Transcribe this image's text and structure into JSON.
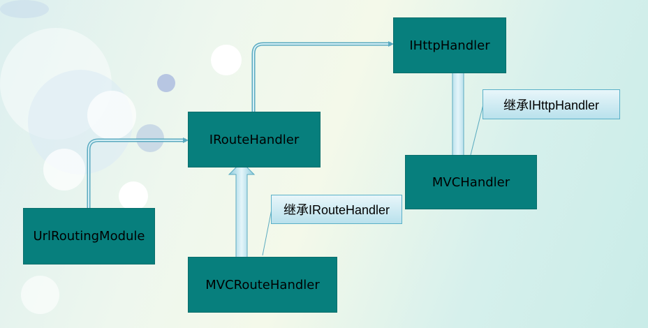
{
  "nodes": {
    "ihttphandler": "IHttpHandler",
    "iroutehandler": "IRouteHandler",
    "mvchandler": "MVCHandler",
    "urlroutingmodule": "UrlRoutingModule",
    "mvcroutehandler": "MVCRouteHandler"
  },
  "callouts": {
    "inherit_ihttphandler": "继承IHttpHandler",
    "inherit_iroutehandler": "继承IRouteHandler"
  },
  "colors": {
    "box": "#077f7d",
    "arrow": "#a8d8e6"
  }
}
